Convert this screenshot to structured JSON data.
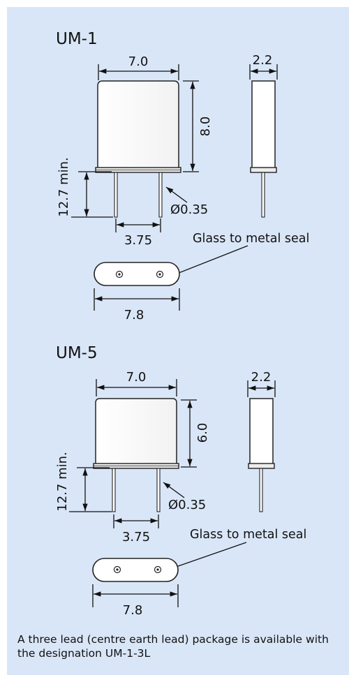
{
  "packages": [
    {
      "name": "UM-1",
      "width_label": "7.0",
      "height_label": "8.0",
      "side_width_label": "2.2",
      "lead_length_label": "12.7 min.",
      "lead_diameter_label": "Ø0.35",
      "lead_spacing_label": "3.75",
      "seal_label": "Glass to metal seal",
      "base_length_label": "7.8"
    },
    {
      "name": "UM-5",
      "width_label": "7.0",
      "height_label": "6.0",
      "side_width_label": "2.2",
      "lead_length_label": "12.7 min.",
      "lead_diameter_label": "Ø0.35",
      "lead_spacing_label": "3.75",
      "seal_label": "Glass to metal seal",
      "base_length_label": "7.8"
    }
  ],
  "footnote": "A three lead (centre earth lead) package is available with the designation UM-1-3L"
}
